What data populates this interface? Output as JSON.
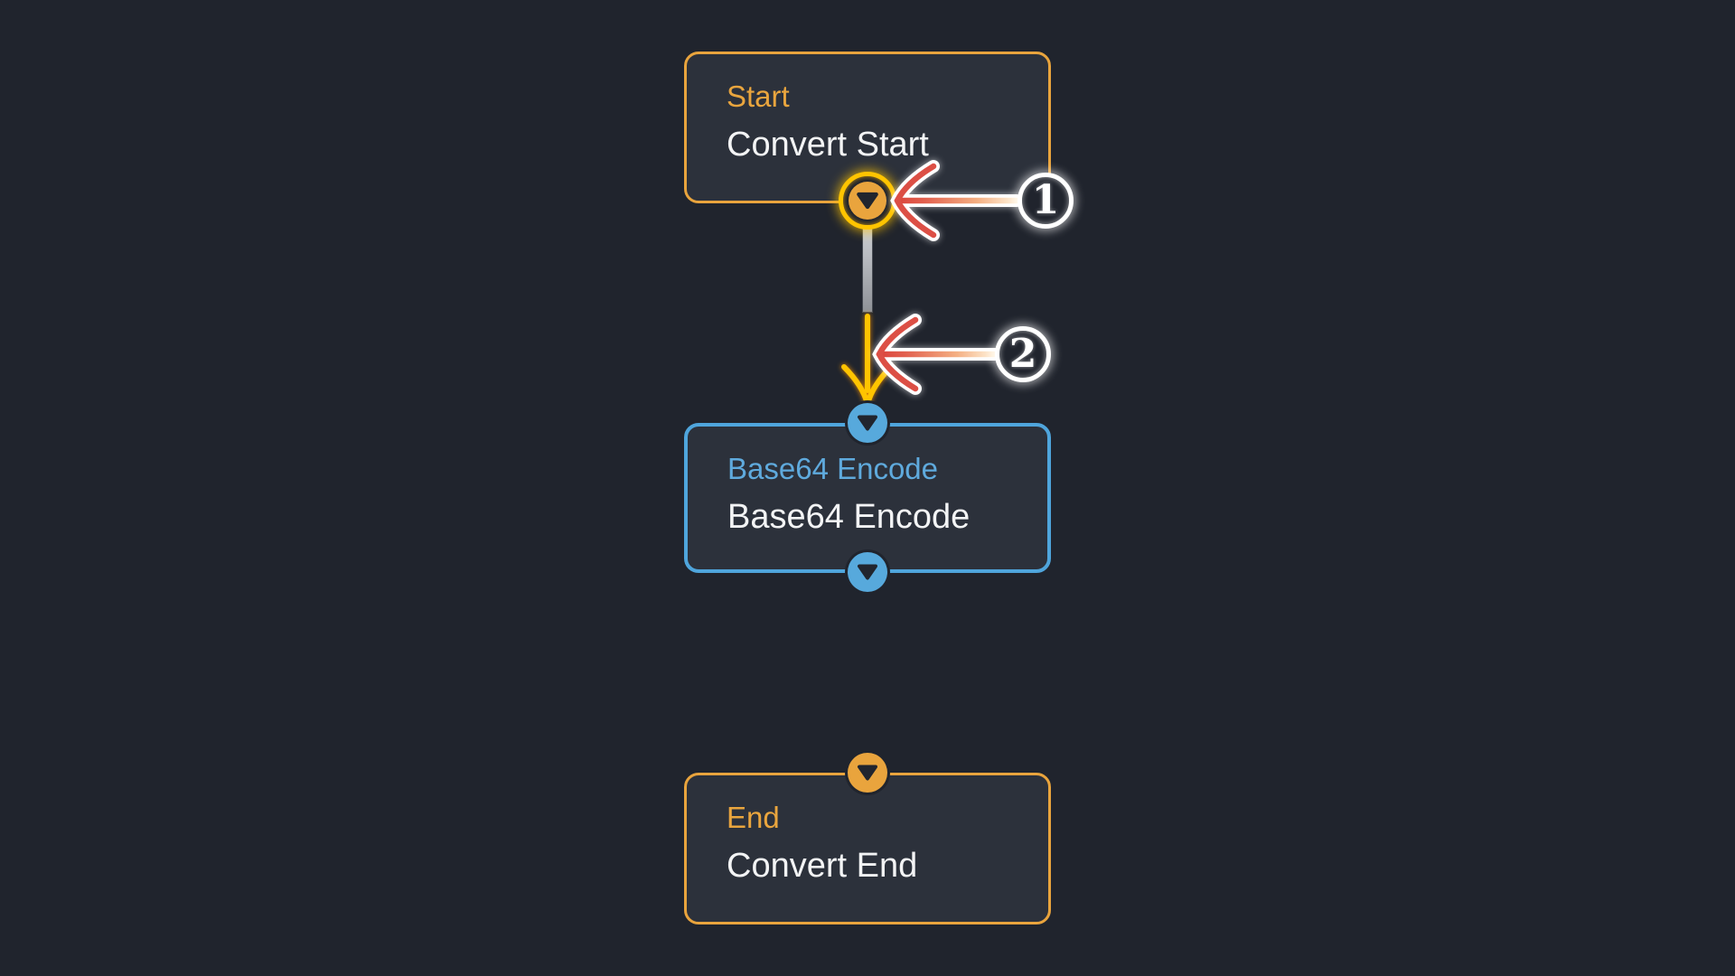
{
  "canvas": {
    "background_color": "#20242D"
  },
  "nodes": [
    {
      "title": "Start",
      "subtitle": "Convert Start",
      "accent_color": "#E9A43D"
    },
    {
      "title": "Base64 Encode",
      "subtitle": "Base64 Encode",
      "accent_color": "#4FA5DC"
    },
    {
      "title": "End",
      "subtitle": "Convert End",
      "accent_color": "#E9A43D"
    }
  ],
  "annotations": [
    {
      "number": "1"
    },
    {
      "number": "2"
    }
  ],
  "colors": {
    "node_background": "#2C313B",
    "orange_accent": "#E9A43D",
    "blue_accent": "#4FA5DC",
    "highlight_ring_yellow": "#FFC400",
    "subtitle_text": "#F3F4F5",
    "drag_line_gray": "#B9BCC1",
    "drag_arrow_yellow": "#FFC400",
    "annotation_arrow_red": "#DC4F45",
    "annotation_white": "#FFFFFF",
    "port_chevron_dark": "#21252E"
  }
}
